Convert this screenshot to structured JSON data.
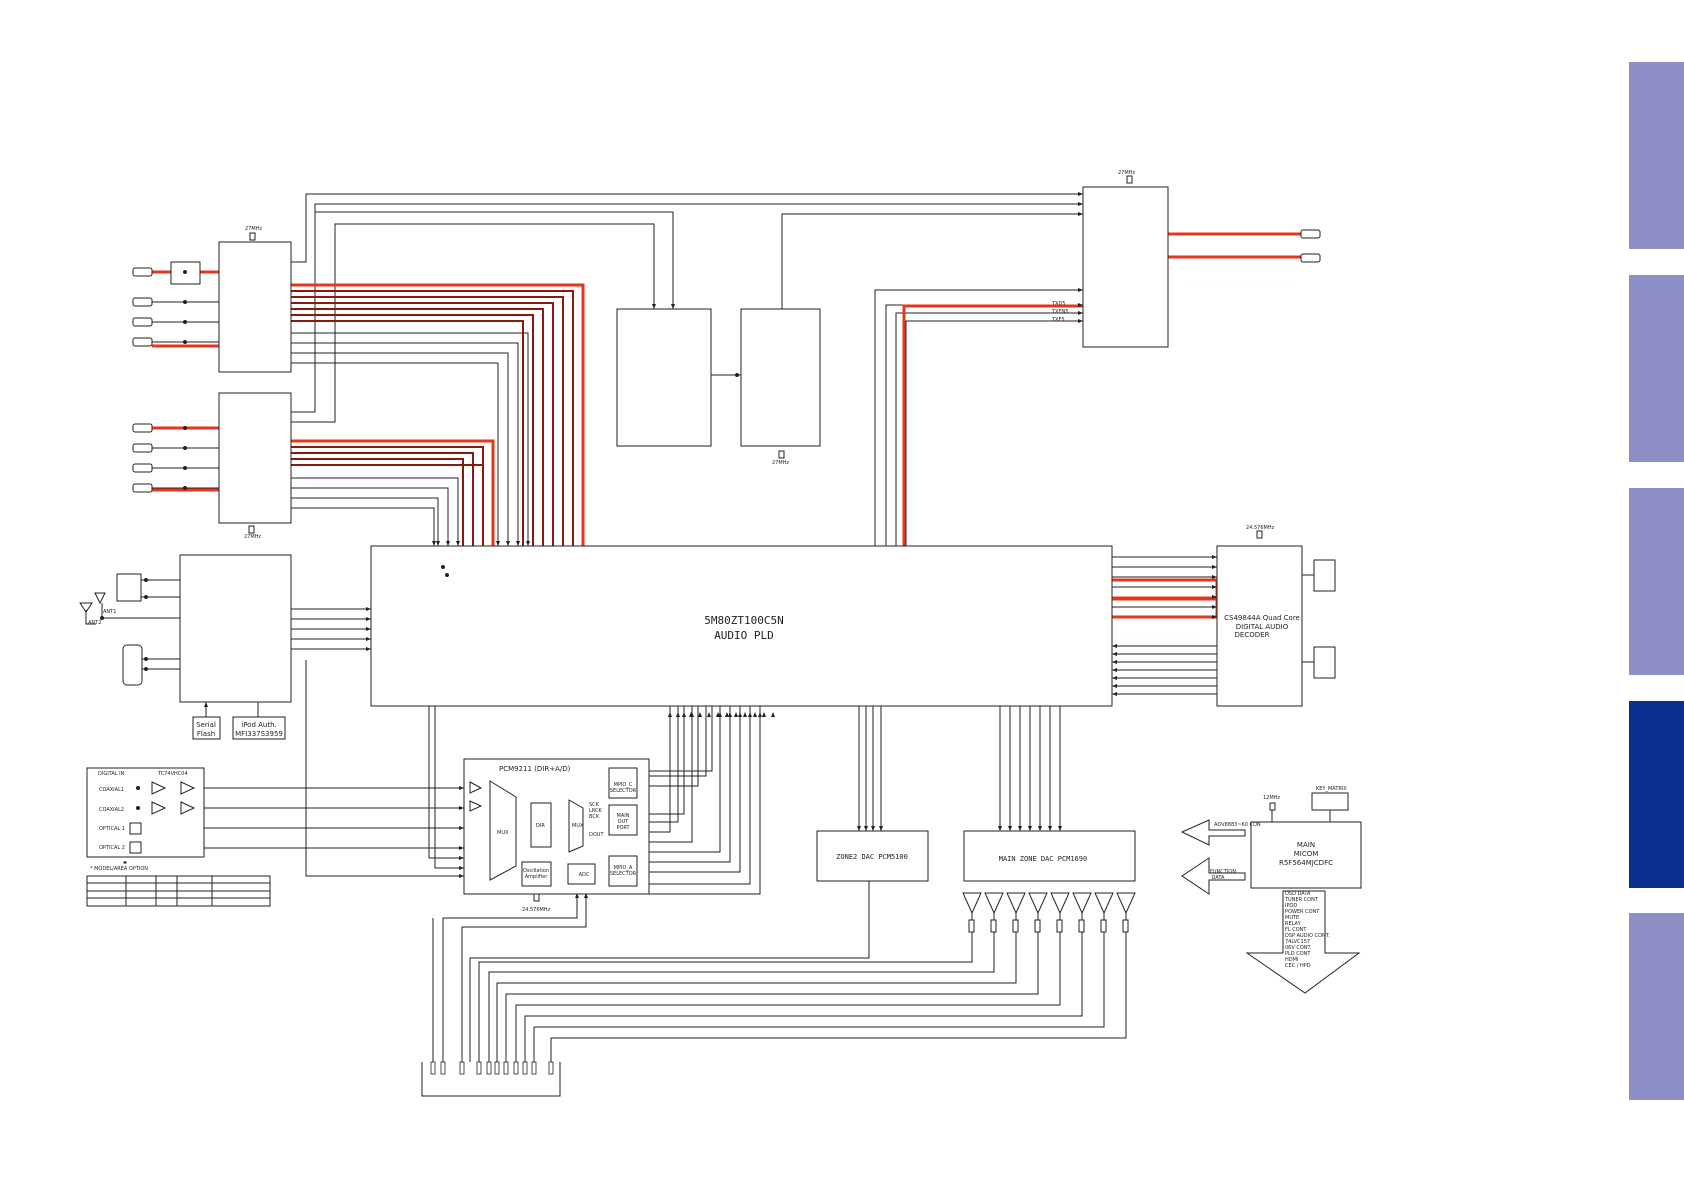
{
  "colors": {
    "signal": "#e8361b",
    "signal_dark": "#8b1a0e",
    "line": "#222222",
    "tab": "#8e8fc6",
    "tab_active": "#0a2f8f"
  },
  "side_tabs": [
    {
      "active": false
    },
    {
      "active": false
    },
    {
      "active": false
    },
    {
      "active": true
    },
    {
      "active": false
    }
  ],
  "labels": {
    "xtal_27_top": "27MHz",
    "xtal_27_a": "27MHz",
    "xtal_27_b": "27MHz",
    "xtal_27_c": "27MHz",
    "xtal_24_dsp": "24.576MHz",
    "xtal_24_pcm": "24.576MHz",
    "xtal_12": "12MHz",
    "tx_d": "TXD5",
    "tx_e": "TXEN5",
    "tx_f": "TXF5",
    "pld_1": "5M80ZT100C5N",
    "pld_2": "AUDIO PLD",
    "dsp_1": "CS49844A Quad Core",
    "dsp_2": "DIGITAL AUDIO",
    "dsp_3": "DECODER",
    "ant1": "ANT1",
    "ant2": "ANT2",
    "serial_1": "Serial",
    "serial_2": "Flash",
    "ipod_1": "iPod Auth.",
    "ipod_2": "MFI337S3959",
    "digital_in": "DIGITAL IN",
    "tc74": "TC74VHC04",
    "coaxial1": "COAXIAL1",
    "coaxial2": "COAXIAL2",
    "optical1": "OPTICAL 1",
    "optical2": "OPTICAL 2",
    "model_option": "* MODEL/AREA OPTION",
    "pcm9211": "PCM9211 (DIR+A/D)",
    "mux1": "MUX",
    "dir": "DIR",
    "mux2": "MUX",
    "sck1": "SCK",
    "sck2": "LRCK",
    "sck3": "BCK",
    "dout": "DOUT",
    "mpio_c1": "MPIO_C",
    "mpio_c2": "SELECTOR",
    "main_out1": "MAIN",
    "main_out2": "OUT",
    "main_out3": "PORT",
    "mpio_a1": "MPIO_A",
    "mpio_a2": "SELECTOR",
    "osc1": "Oscillation",
    "osc2": "Amplifier",
    "adc": "ADC",
    "zone2_dac": "ZONE2 DAC PCM5100",
    "main_dac": "MAIN ZONE DAC PCM1690",
    "adv_con": "ADV8883~60 CON",
    "func_1": "FUNCTION",
    "func_2": "DATA",
    "key_matrix": "KEY_MATRIX",
    "micom_1": "MAIN",
    "micom_2": "MICOM",
    "micom_3": "R5F564MJCDFC",
    "ctrl_list": [
      "OSD DATA",
      "TUNER CONT",
      "IPOD",
      "POWER CONT",
      "MUTE",
      "RELAY",
      "FL CONT",
      "DSP AUDIO CONT.",
      "74LVC157",
      "06V CONT.",
      "PLD CONT",
      "HDMI",
      "CEC / HPD"
    ]
  }
}
